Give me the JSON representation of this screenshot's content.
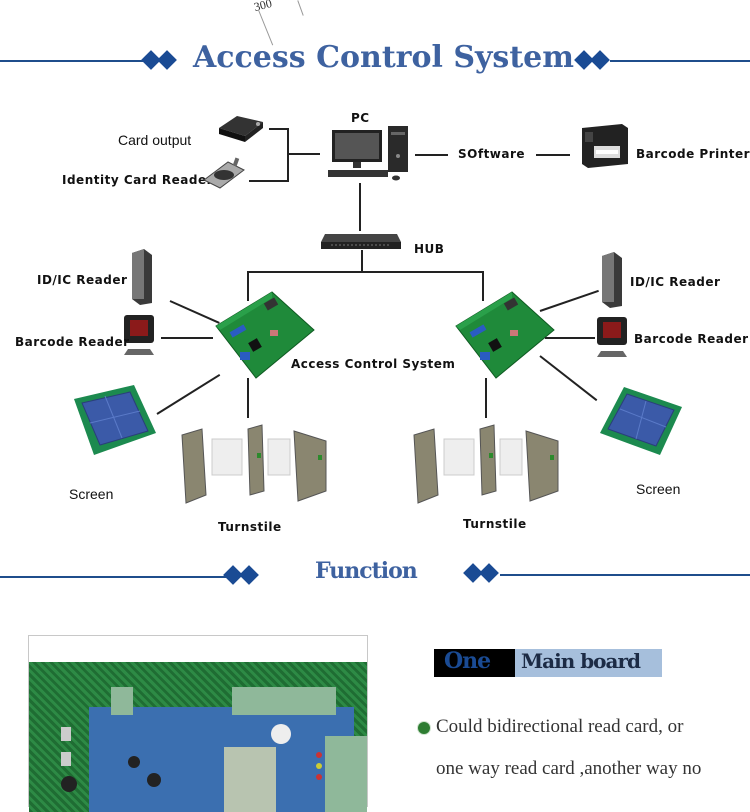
{
  "stray_text": "300",
  "header": {
    "title": "Access Control System"
  },
  "diagram": {
    "pc_label": "PC",
    "card_output_label": "Card output",
    "identity_reader_label": "Identity Card Reader",
    "software_label": "SOftware",
    "barcode_printer_label": "Barcode Printer",
    "hub_label": "HUB",
    "left": {
      "idic_reader_label": "ID/IC Reader",
      "barcode_reader_label": "Barcode Reader",
      "screen_label": "Screen",
      "turnstile_label": "Turnstile"
    },
    "controller_label": "Access Control System",
    "right": {
      "idic_reader_label": "ID/IC Reader",
      "barcode_reader_label": "Barcode Reader",
      "screen_label": "Screen",
      "turnstile_label": "Turnstile"
    }
  },
  "function_section": {
    "title": "Function",
    "item_number": "One",
    "item_title": "Main board",
    "bullets": [
      "Could bidirectional read card, or",
      "one way read card ,another way no"
    ],
    "colors": {
      "number_bg": "#000000",
      "number_text": "#1a4b94",
      "title_bg": "#a6bfdc",
      "title_text": "#1c2b45",
      "bullet": "#2e7d32"
    }
  },
  "colors": {
    "accent": "#1a4b94",
    "title": "#3e62a0",
    "line": "#1f4e8c"
  }
}
